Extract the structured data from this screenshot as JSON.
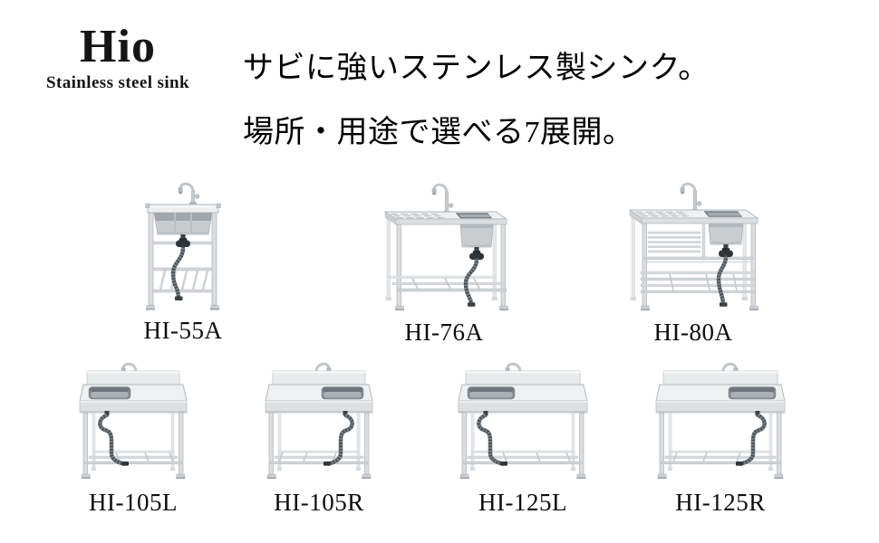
{
  "brand": {
    "name": "Hio",
    "subtitle": "Stainless steel sink"
  },
  "tagline": {
    "line1": "サビに強いステンレス製シンク。",
    "line2": "場所・用途で選べる7展開。"
  },
  "products": [
    {
      "code": "HI-55A",
      "style": "stand",
      "basin": "center",
      "size": "55"
    },
    {
      "code": "HI-76A",
      "style": "table",
      "basin": "right",
      "size": "76"
    },
    {
      "code": "HI-80A",
      "style": "table2",
      "basin": "right",
      "size": "80"
    },
    {
      "code": "HI-105L",
      "style": "counter",
      "basin": "left",
      "size": "105"
    },
    {
      "code": "HI-105R",
      "style": "counter",
      "basin": "right",
      "size": "105"
    },
    {
      "code": "HI-125L",
      "style": "counter",
      "basin": "left",
      "size": "125"
    },
    {
      "code": "HI-125R",
      "style": "counter",
      "basin": "right",
      "size": "125"
    }
  ],
  "colors": {
    "background": "#ffffff",
    "text": "#111111",
    "steel_light": "#eef0f1",
    "steel_mid": "#dadde0",
    "steel_dark": "#c6cacd",
    "basin_deep": "#80868b",
    "hose_dark": "#2f3438"
  }
}
